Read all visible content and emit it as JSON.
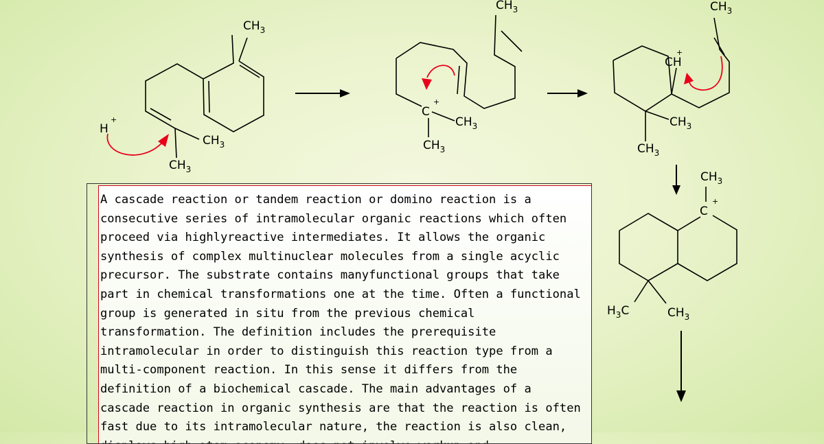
{
  "labels": {
    "h": "H",
    "plus": "+",
    "ch": "CH",
    "c": "C",
    "ch3_main": "CH",
    "ch3_sub": "3",
    "h3c_main": "H",
    "h3c_sub": "3",
    "h3c_c": "C"
  },
  "description": "A cascade reaction or tandem reaction or domino reaction is a consecutive series of intramolecular organic reactions which often proceed via highlyreactive intermediates. It allows the organic synthesis of complex multinuclear molecules from a single acyclic precursor. The substrate contains manyfunctional groups that take part in chemical transformations one at the time. Often a functional group is generated in situ from the previous chemical transformation. The definition includes the prerequisite intramolecular in order to distinguish this reaction type from a multi-component reaction. In this sense it differs from the definition of a biochemical cascade. The main advantages of a cascade reaction in organic synthesis are that the reaction is often fast due to its intramolecular nature, the reaction is also clean, displays high atom economy, does not involve workup and",
  "colors": {
    "arrow": "#e8001c",
    "background": "#eaf3cc"
  }
}
